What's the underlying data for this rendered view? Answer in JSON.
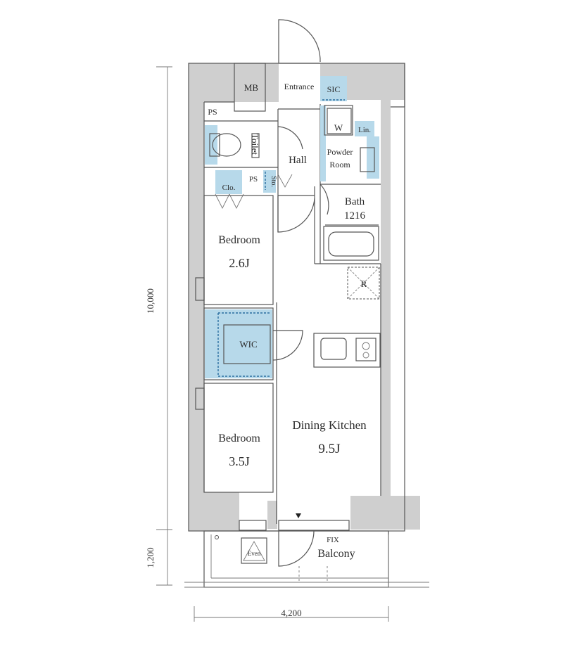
{
  "rooms": {
    "mb": "MB",
    "ps_top": "PS",
    "entrance": "Entrance",
    "sic": "SIC",
    "w": "W",
    "lin": "Lin.",
    "toilet": "Toilet",
    "hall": "Hall",
    "powder_room_1": "Powder",
    "powder_room_2": "Room",
    "clo": "Clo.",
    "ps_mid": "PS",
    "sto": "Sto.",
    "bath": "Bath",
    "bath_size": "1216",
    "bedroom1_name": "Bedroom",
    "bedroom1_size": "2.6J",
    "r": "R",
    "wic": "WIC",
    "bedroom2_name": "Bedroom",
    "bedroom2_size": "3.5J",
    "dk_name": "Dining Kitchen",
    "dk_size": "9.5J",
    "fix": "FIX",
    "balcony": "Balcony",
    "even": "Even"
  },
  "dimensions": {
    "height_main": "10,000",
    "height_balcony": "1,200",
    "width": "4,200"
  },
  "colors": {
    "wall": "#cfcfcf",
    "storage_blue": "#b7d9ea"
  }
}
